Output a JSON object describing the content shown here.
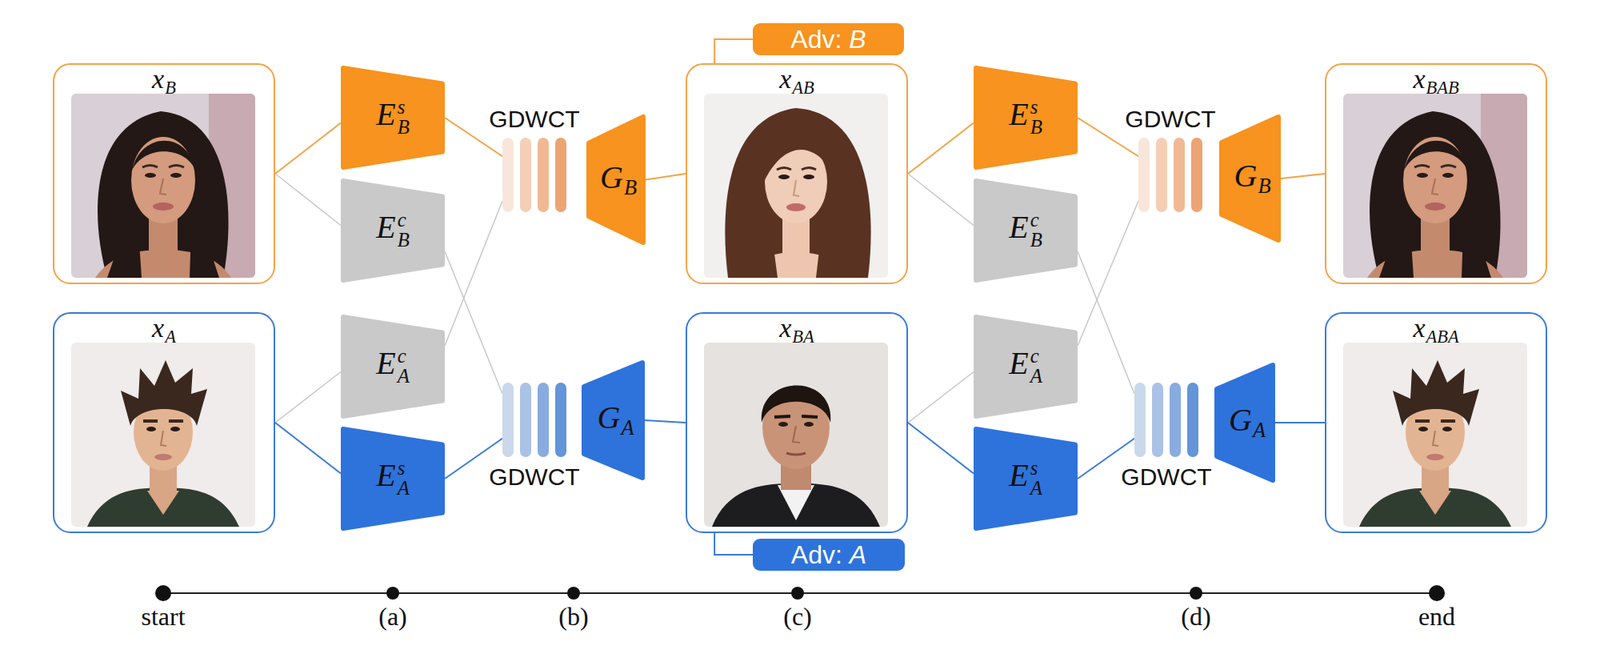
{
  "diagram": {
    "nodes": [
      {
        "text": [
          "xB"
        ]
      },
      {
        "text": [
          "xA"
        ]
      },
      {
        "text": [
          "EsB"
        ]
      },
      {
        "text": [
          "EcB"
        ]
      },
      {
        "text": [
          "EcA"
        ]
      },
      {
        "text": [
          "EsA"
        ]
      },
      {
        "text": [
          "GDWCT"
        ]
      },
      {
        "text": [
          "GB"
        ]
      },
      {
        "text": [
          "GDWCT"
        ]
      },
      {
        "text": [
          "GA"
        ]
      },
      {
        "text": [
          "Adv: B"
        ]
      },
      {
        "text": [
          "xAB"
        ]
      },
      {
        "text": [
          "xBA"
        ]
      },
      {
        "text": [
          "Adv: A"
        ]
      },
      {
        "text": [
          "EsB"
        ]
      },
      {
        "text": [
          "EcB"
        ]
      },
      {
        "text": [
          "EcA"
        ]
      },
      {
        "text": [
          "EsA"
        ]
      },
      {
        "text": [
          "GDWCT"
        ]
      },
      {
        "text": [
          "GB"
        ]
      },
      {
        "text": [
          "GDWCT"
        ]
      },
      {
        "text": [
          "GA"
        ]
      },
      {
        "text": [
          "xBAB"
        ]
      },
      {
        "text": [
          "xABA"
        ]
      }
    ],
    "edges": [
      {
        "from": 0,
        "to": 2,
        "arrow": "none"
      },
      {
        "from": 0,
        "to": 3,
        "arrow": "none"
      },
      {
        "from": 1,
        "to": 4,
        "arrow": "none"
      },
      {
        "from": 1,
        "to": 5,
        "arrow": "none"
      },
      {
        "from": 2,
        "to": 6,
        "arrow": "none"
      },
      {
        "from": 4,
        "to": 6,
        "arrow": "none"
      },
      {
        "from": 3,
        "to": 8,
        "arrow": "none"
      },
      {
        "from": 5,
        "to": 8,
        "arrow": "none"
      },
      {
        "from": 7,
        "to": 11,
        "arrow": "none"
      },
      {
        "from": 9,
        "to": 12,
        "arrow": "none"
      },
      {
        "from": 11,
        "to": 10,
        "arrow": "none"
      },
      {
        "from": 12,
        "to": 13,
        "arrow": "none"
      },
      {
        "from": 11,
        "to": 14,
        "arrow": "none"
      },
      {
        "from": 11,
        "to": 15,
        "arrow": "none"
      },
      {
        "from": 12,
        "to": 16,
        "arrow": "none"
      },
      {
        "from": 12,
        "to": 17,
        "arrow": "none"
      },
      {
        "from": 14,
        "to": 18,
        "arrow": "none"
      },
      {
        "from": 16,
        "to": 18,
        "arrow": "none"
      },
      {
        "from": 15,
        "to": 20,
        "arrow": "none"
      },
      {
        "from": 17,
        "to": 20,
        "arrow": "none"
      },
      {
        "from": 19,
        "to": 22,
        "arrow": "none"
      },
      {
        "from": 21,
        "to": 23,
        "arrow": "none"
      }
    ],
    "labels": [
      "start",
      "(a)",
      "(b)",
      "(c)",
      "(d)",
      "end"
    ]
  }
}
